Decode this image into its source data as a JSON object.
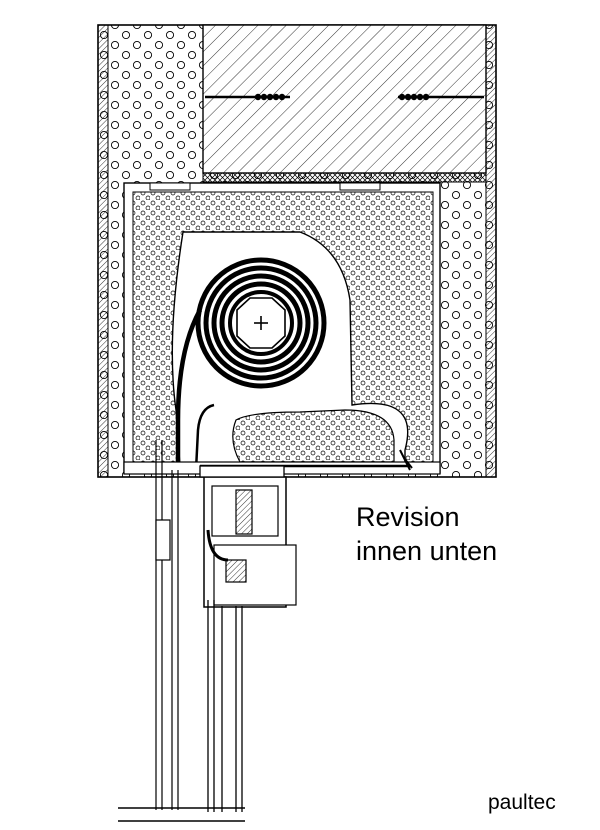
{
  "annotation": {
    "line1": "Revision",
    "line2": "innen unten"
  },
  "brand": "paultec",
  "colors": {
    "ink": "#000000",
    "paper": "#ffffff"
  }
}
